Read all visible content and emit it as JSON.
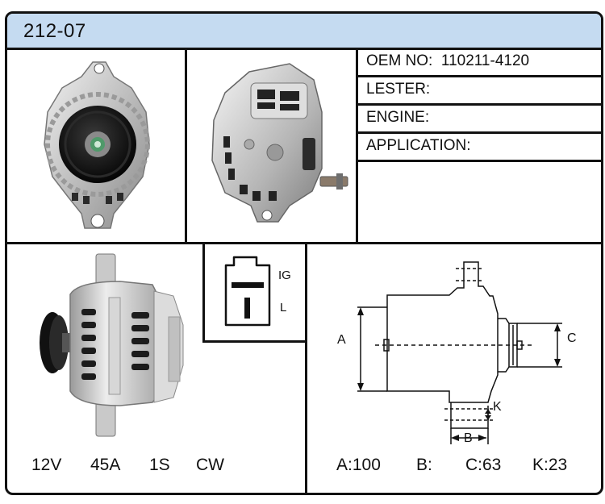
{
  "header": {
    "part_number": "212-07"
  },
  "specs": {
    "oem_label": "OEM NO:",
    "oem_value": "110211-4120",
    "lester_label": "LESTER:",
    "lester_value": "",
    "engine_label": "ENGINE:",
    "engine_value": "",
    "application_label": "APPLICATION:",
    "application_value": ""
  },
  "electrical": {
    "voltage": "12V",
    "amperage": "45A",
    "pulley": "1S",
    "rotation": "CW"
  },
  "plug": {
    "terminal_ig": "IG",
    "terminal_l": "L"
  },
  "dimensions": {
    "label_a": "A",
    "label_b": "B",
    "label_c": "C",
    "label_k": "K",
    "a_text": "A:100",
    "b_text": "B:",
    "c_text": "C:63",
    "k_text": "K:23"
  },
  "colors": {
    "header_bg": "#c5dbf1",
    "border": "#111111"
  }
}
